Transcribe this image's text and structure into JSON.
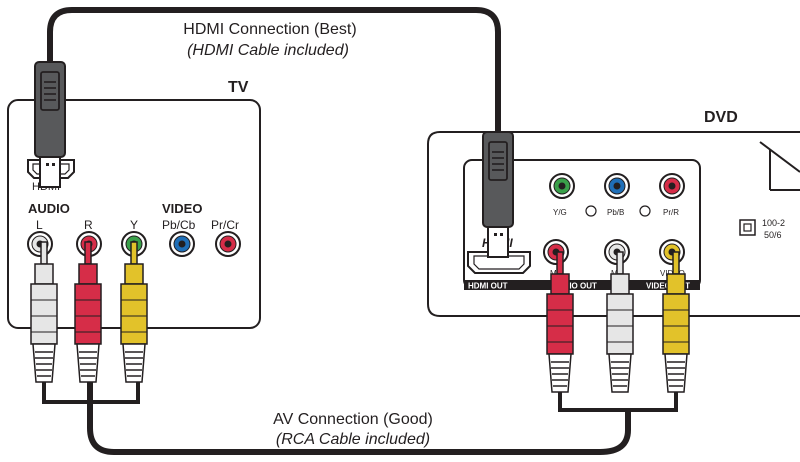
{
  "hdmi_connection": {
    "title": "HDMI Connection (Best)",
    "note": "(HDMI Cable included)"
  },
  "av_connection": {
    "title": "AV Connection (Good)",
    "note": "(RCA Cable included)"
  },
  "tv": {
    "title": "TV",
    "hdmi_label": "HDMI",
    "audio_label": "AUDIO",
    "video_label": "VIDEO",
    "jacks": [
      {
        "label": "L",
        "color": "#e6e6e6"
      },
      {
        "label": "R",
        "color": "#d62d48"
      },
      {
        "label": "Y",
        "color": "#3aa04a"
      },
      {
        "label": "Pb/Cb",
        "color": "#1f6fb8"
      },
      {
        "label": "Pr/Cr",
        "color": "#d62d48"
      }
    ]
  },
  "dvd": {
    "title": "DVD",
    "hdmi_logo": "HDMI",
    "hdmi_out_label": "HDMI OUT",
    "audio_out_label": "AUDIO OUT",
    "video_out_label": "VIDEO OUT",
    "component_jacks": [
      {
        "label": "Y/G",
        "color": "#3aa04a"
      },
      {
        "label": "Pb/B",
        "color": "#1f6fb8"
      },
      {
        "label": "Pr/R",
        "color": "#d62d48"
      }
    ],
    "av_jacks": [
      {
        "label": "MR",
        "color": "#d62d48"
      },
      {
        "label": "ML",
        "color": "#e6e6e6"
      },
      {
        "label": "VIDEO",
        "color": "#e2c22a"
      }
    ],
    "power_text_1": "100-2",
    "power_text_2": "50/6"
  },
  "colors": {
    "cable": "#231f20",
    "plug_gray": "#58595b",
    "rca_white": "#e6e6e6",
    "rca_red": "#d62d48",
    "rca_yellow": "#e2c22a"
  }
}
